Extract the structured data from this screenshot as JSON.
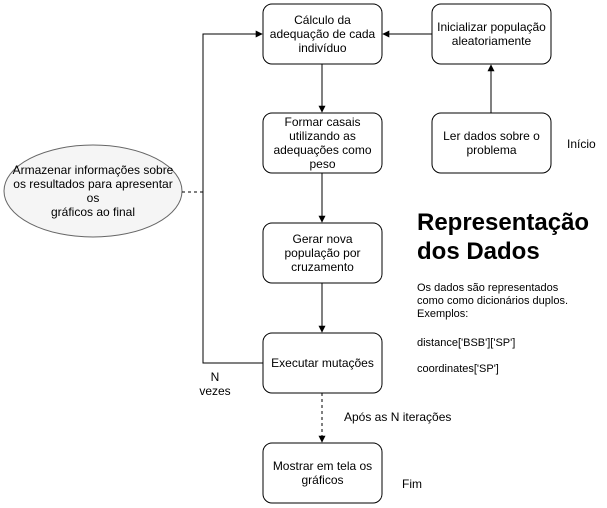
{
  "nodes": {
    "calc_fitness": "Cálculo da\nadequação de cada\nindivíduo",
    "init_population": "Inicializar população\naleatoriamente",
    "form_couples": "Formar casais\nutilizando as\nadequações como\npeso",
    "read_data": "Ler dados sobre o\nproblema",
    "store_info": "Armazenar informações sobre\nos resultados para apresentar os\ngráficos ao final",
    "new_population": "Gerar nova\npopulação por\ncruzamento",
    "mutations": "Executar mutações",
    "show_charts": "Mostrar em tela os\ngráficos"
  },
  "labels": {
    "start": "Início",
    "end": "Fim",
    "n_times": "N\nvezes",
    "after_iterations": "Após as N iterações"
  },
  "representation": {
    "title": "Representação\ndos Dados",
    "description": "Os dados são representados\ncomo como dicionários duplos.\nExemplos:",
    "example1": "distance['BSB']['SP']",
    "example2": "coordinates['SP']"
  },
  "colors": {
    "stroke": "#000000",
    "box_fill": "#ffffff",
    "ellipse_fill": "#f5f5f5",
    "ellipse_stroke": "#666666"
  }
}
